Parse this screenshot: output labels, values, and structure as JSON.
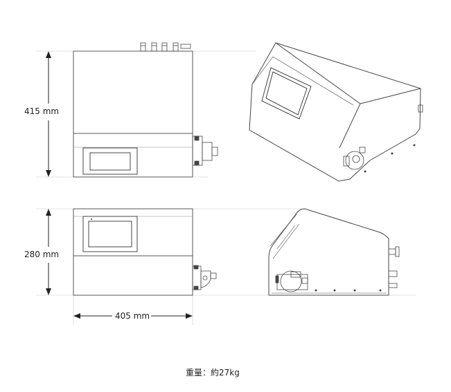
{
  "dimensions": {
    "depth": "415 mm",
    "height": "280 mm",
    "width": "405 mm"
  },
  "weight": "重量：約27kg",
  "views": [
    "top-view",
    "front-view",
    "side-view",
    "isometric-view"
  ]
}
